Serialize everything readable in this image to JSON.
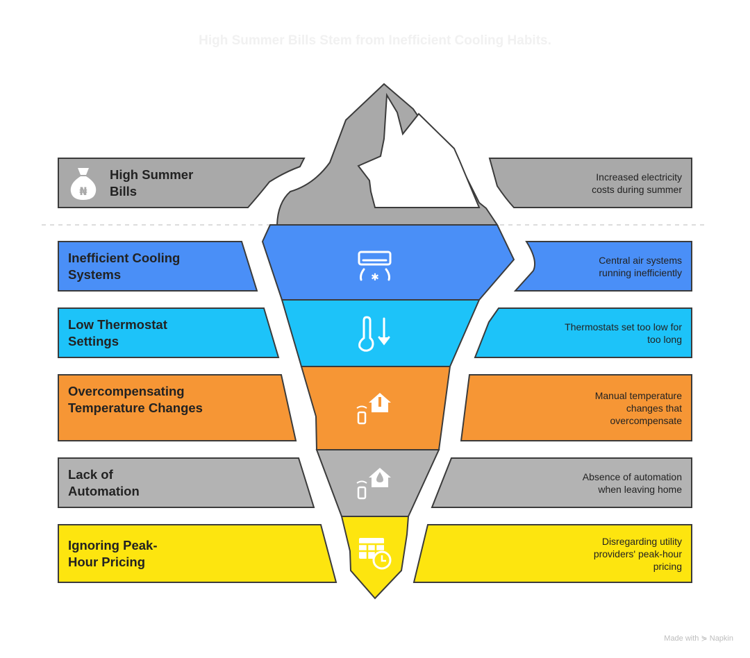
{
  "title": "High Summer Bills Stem from Inefficient Cooling Habits.",
  "footer": "Made with ⋟ Napkin",
  "colors": {
    "gray": "#a9a9a9",
    "blue": "#4a8ff7",
    "cyan": "#1dc3f9",
    "orange": "#f69635",
    "yellow": "#fde50f",
    "outline": "#3b3b3b"
  },
  "layers": [
    {
      "label": "High Summer Bills",
      "description": "Increased electricity costs during summer",
      "icon": "money-bag-naira-icon"
    },
    {
      "label": "Inefficient Cooling Systems",
      "description": "Central air systems running inefficiently",
      "icon": "air-conditioner-icon"
    },
    {
      "label": "Low Thermostat Settings",
      "description": "Thermostats set too low for too long",
      "icon": "thermometer-down-icon"
    },
    {
      "label": "Overcompensating Temperature Changes",
      "description": "Manual temperature changes that overcompensate",
      "icon": "remote-home-temperature-icon"
    },
    {
      "label": "Lack of Automation",
      "description": "Absence of automation when leaving home",
      "icon": "remote-home-humidity-icon"
    },
    {
      "label": "Ignoring Peak-Hour Pricing",
      "description": "Disregarding utility providers' peak-hour pricing",
      "icon": "calendar-clock-icon"
    }
  ]
}
